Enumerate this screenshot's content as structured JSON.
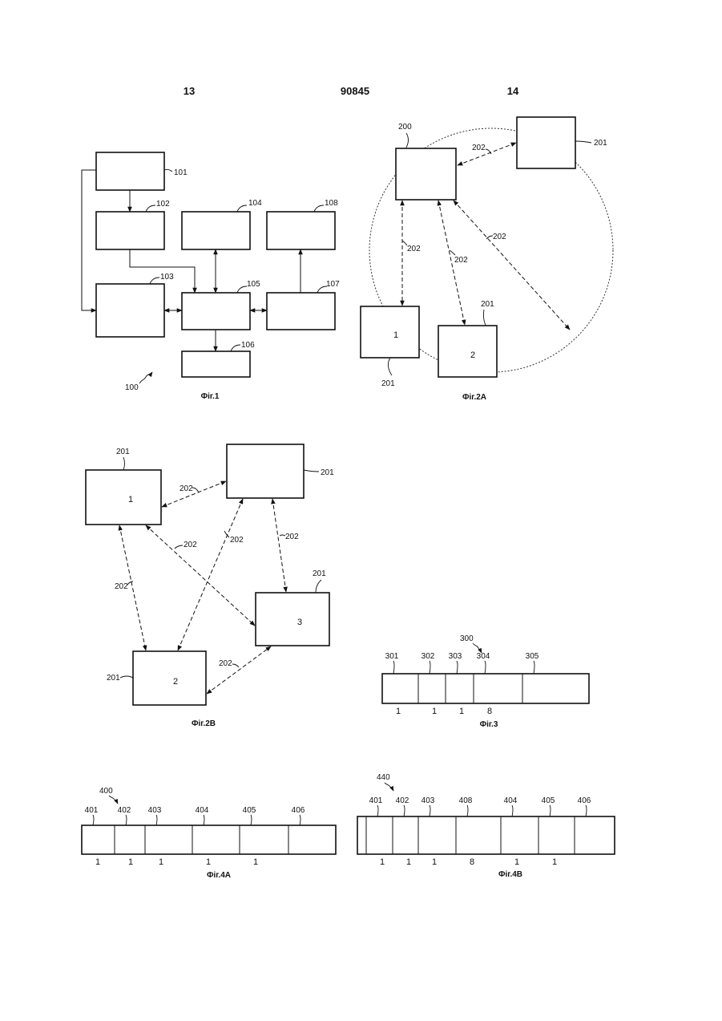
{
  "header": {
    "left_page": "13",
    "doc_number": "90845",
    "right_page": "14"
  },
  "fig1": {
    "caption": "Фіг.1",
    "system_label": "100",
    "blocks": {
      "b101": "101",
      "b102": "102",
      "b103": "103",
      "b104": "104",
      "b105": "105",
      "b106": "106",
      "b107": "107",
      "b108": "108"
    }
  },
  "fig2a": {
    "caption": "Фіг.2А",
    "center_label": "200",
    "node_label": "201",
    "link_label": "202",
    "node_1_text": "1",
    "node_2_text": "2"
  },
  "fig2b": {
    "caption": "Фіг.2В",
    "node_label": "201",
    "link_label": "202",
    "node_1_text": "1",
    "node_2_text": "2",
    "node_3_text": "3"
  },
  "fig3": {
    "caption": "Фіг.3",
    "frame_label": "300",
    "fields": [
      {
        "label": "301",
        "size": "1"
      },
      {
        "label": "302",
        "size": "1"
      },
      {
        "label": "303",
        "size": "1"
      },
      {
        "label": "304",
        "size": "8"
      },
      {
        "label": "305",
        "size": ""
      }
    ]
  },
  "fig4a": {
    "caption": "Фіг.4А",
    "frame_label": "400",
    "fields": [
      {
        "label": "401",
        "size": "1"
      },
      {
        "label": "402",
        "size": "1"
      },
      {
        "label": "403",
        "size": "1"
      },
      {
        "label": "404",
        "size": "1"
      },
      {
        "label": "405",
        "size": "1"
      },
      {
        "label": "406",
        "size": ""
      }
    ]
  },
  "fig4b": {
    "caption": "Фіг.4В",
    "frame_label": "440",
    "fields": [
      {
        "label": "401",
        "size": "1"
      },
      {
        "label": "402",
        "size": "1"
      },
      {
        "label": "403",
        "size": "1"
      },
      {
        "label": "408",
        "size": "8"
      },
      {
        "label": "404",
        "size": "1"
      },
      {
        "label": "405",
        "size": "1"
      },
      {
        "label": "406",
        "size": ""
      }
    ]
  }
}
